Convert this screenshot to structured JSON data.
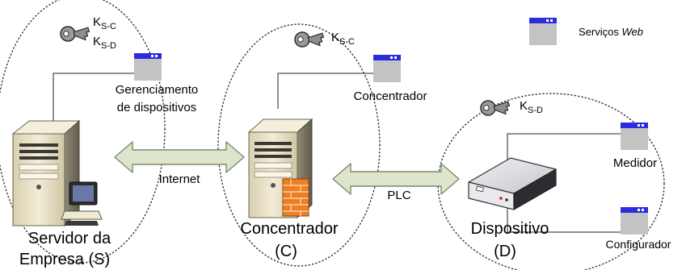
{
  "legend": {
    "label_prefix": "Serviços ",
    "label_italic": "Web"
  },
  "keys": {
    "server": {
      "base": "K",
      "sub1": "S-C",
      "sub2": "S-D"
    },
    "concentrator": {
      "base": "K",
      "sub": "S-C"
    },
    "device": {
      "base": "K",
      "sub": "S-D"
    }
  },
  "services": {
    "server_line1": "Gerenciamento",
    "server_line2": "de dispositivos",
    "concentrator": "Concentrador",
    "meter": "Medidor",
    "configurator": "Configurador"
  },
  "links": {
    "internet": "Internet",
    "plc": "PLC"
  },
  "nodes": {
    "server_line1": "Servidor da",
    "server_line2": "Empresa (S)",
    "concentrator_line1": "Concentrador",
    "concentrator_line2": "(C)",
    "device_line1": "Dispositivo",
    "device_line2": "(D)"
  },
  "colors": {
    "window_titlebar": "#2b2be0",
    "window_body": "#c3c3c3",
    "arrow_fill": "#dde6cc",
    "arrow_stroke": "#7d8a6a",
    "server_body": "#e9e2c8",
    "firewall": "#ee7f24"
  }
}
